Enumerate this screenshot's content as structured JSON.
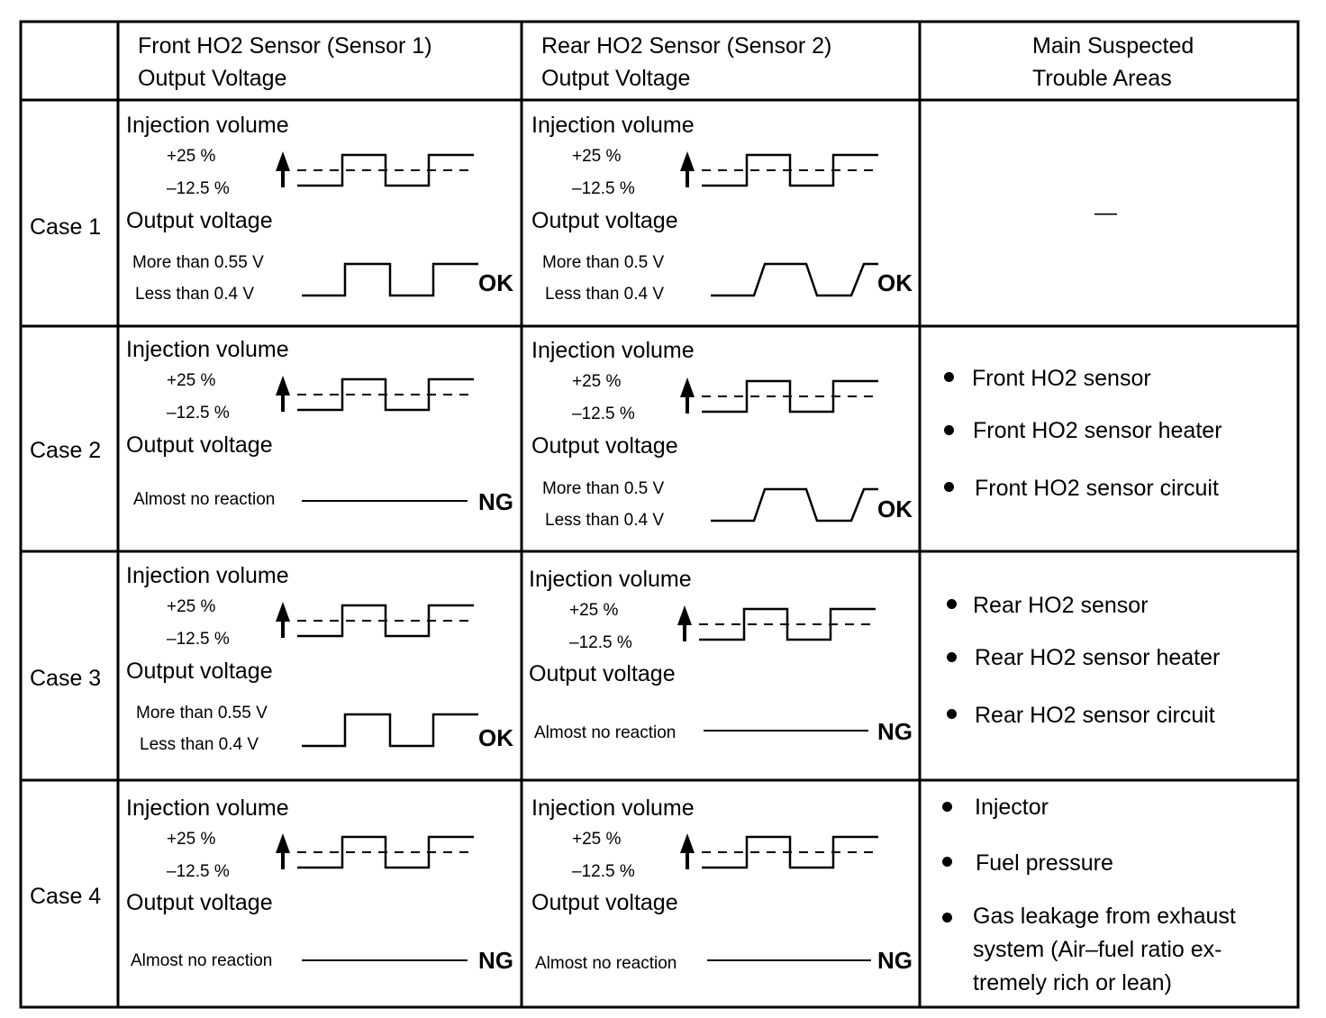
{
  "header": {
    "col1": "",
    "col2_line1": "Front HO2 Sensor (Sensor 1)",
    "col2_line2": "Output Voltage",
    "col3_line1": "Rear HO2 Sensor (Sensor 2)",
    "col3_line2": "Output Voltage",
    "col4_line1": "Main Suspected",
    "col4_line2": "Trouble Areas"
  },
  "labels": {
    "injection_volume": "Injection volume",
    "plus25": "+25 %",
    "minus125": "–12.5 %",
    "output_voltage": "Output voltage",
    "more_055": "More than 0.55 V",
    "more_05": "More than 0.5 V",
    "less_04": "Less than 0.4 V",
    "almost_no_reaction": "Almost no reaction",
    "ok": "OK",
    "ng": "NG"
  },
  "cases": [
    {
      "name": "Case 1",
      "front": "OK",
      "rear": "OK",
      "areas": [
        "—"
      ]
    },
    {
      "name": "Case 2",
      "front": "NG",
      "rear": "OK",
      "areas": [
        "Front HO2 sensor",
        "Front HO2 sensor heater",
        "Front HO2 sensor circuit"
      ]
    },
    {
      "name": "Case 3",
      "front": "OK",
      "rear": "NG",
      "areas": [
        "Rear HO2 sensor",
        "Rear HO2 sensor heater",
        "Rear HO2 sensor circuit"
      ]
    },
    {
      "name": "Case 4",
      "front": "NG",
      "rear": "NG",
      "areas": [
        "Injector",
        "Fuel pressure",
        "Gas leakage from exhaust system (Air–fuel ratio ex- tremely rich or lean)"
      ],
      "area3_lines": [
        "Gas leakage from exhaust",
        "system (Air–fuel ratio ex-",
        "tremely rich or lean)"
      ]
    }
  ]
}
